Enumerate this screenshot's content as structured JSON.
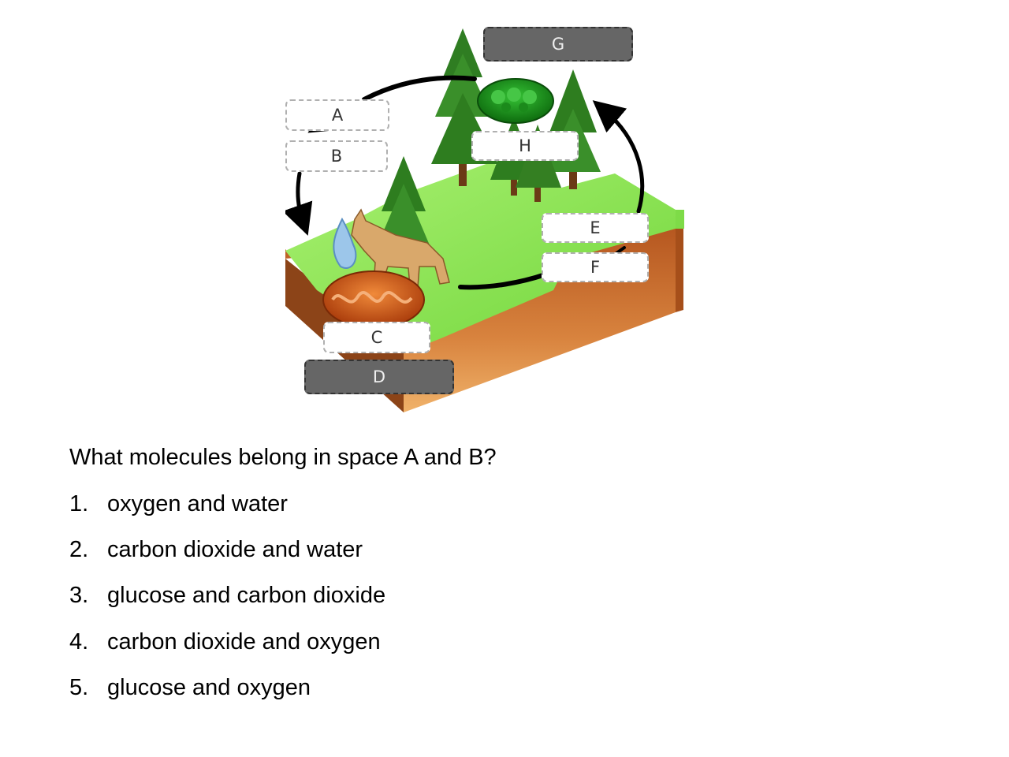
{
  "diagram": {
    "labels": {
      "A": "A",
      "B": "B",
      "C": "C",
      "D": "D",
      "E": "E",
      "F": "F",
      "G": "G",
      "H": "H"
    },
    "colors": {
      "grass": "#8fe35a",
      "soil": "#c9722e",
      "trees": "#2e7d1f",
      "chloroplast": "#1f9e1f",
      "mitochondrion": "#d8561a",
      "dark_label": "#666666",
      "arrow": "#000000"
    },
    "icons": [
      "tree-icon",
      "chloroplast-icon",
      "mitochondrion-icon",
      "wolf-icon",
      "water-drop-icon",
      "cycle-arrow-icon"
    ]
  },
  "question": {
    "text": "What molecules belong in space A and B?",
    "options": [
      {
        "num": "1.",
        "text": "oxygen and water"
      },
      {
        "num": "2.",
        "text": "carbon dioxide and water"
      },
      {
        "num": "3.",
        "text": "glucose and carbon dioxide"
      },
      {
        "num": "4.",
        "text": "carbon dioxide and oxygen"
      },
      {
        "num": "5.",
        "text": "glucose and oxygen"
      }
    ]
  }
}
